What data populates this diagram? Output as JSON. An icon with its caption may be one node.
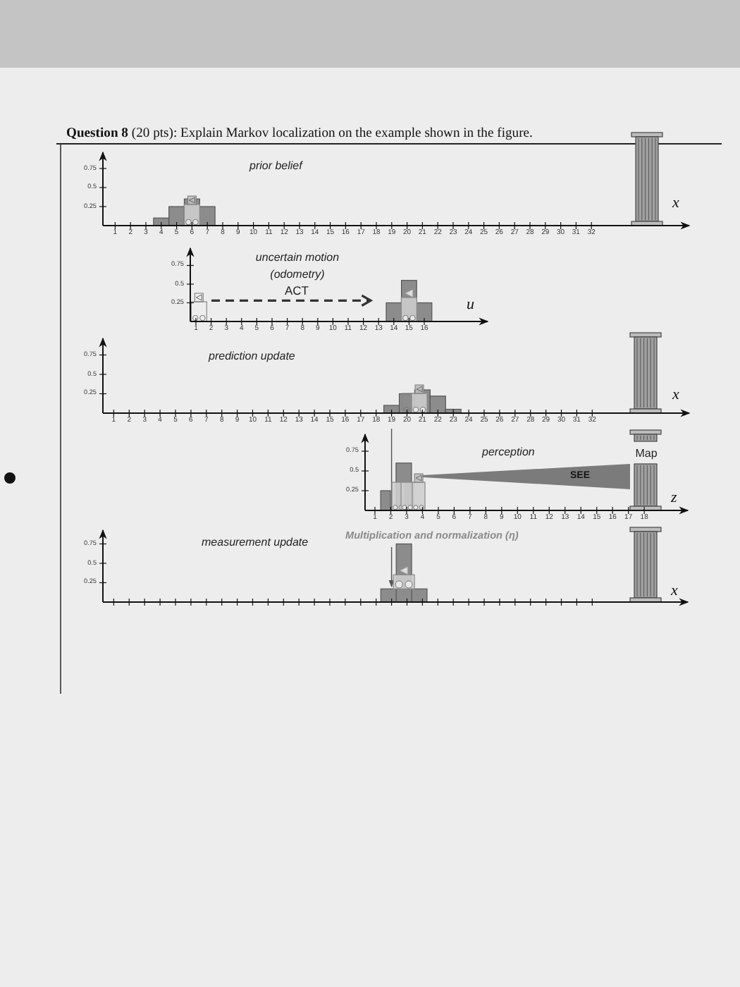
{
  "diagram": {
    "title": "**Question 8** (20 pts): Explain Markov localization on the example shown in the figure.",
    "labels": [
      "0.75",
      "0.5",
      "0.25",
      "prior belief",
      "x",
      "1",
      "2",
      "3",
      "4",
      "5",
      "6",
      "7",
      "8",
      "9",
      "10",
      "11",
      "12",
      "13",
      "14",
      "15",
      "16",
      "17",
      "18",
      "19",
      "20",
      "21",
      "22",
      "23",
      "24",
      "25",
      "26",
      "27",
      "28",
      "29",
      "30",
      "31",
      "32",
      "0.75",
      "0.5",
      "0.25",
      "uncertain motion (odometry)",
      "ACT",
      "u",
      "1",
      "2",
      "3",
      "4",
      "5",
      "6",
      "7",
      "8",
      "9",
      "10",
      "11",
      "12",
      "13",
      "14",
      "15",
      "16",
      "0.75",
      "0.5",
      "0.25",
      "prediction update",
      "x",
      "1",
      "2",
      "3",
      "4",
      "5",
      "6",
      "7",
      "8",
      "9",
      "10",
      "11",
      "12",
      "13",
      "14",
      "15",
      "16",
      "17",
      "18",
      "19",
      "20",
      "21",
      "22",
      "23",
      "24",
      "25",
      "26",
      "27",
      "28",
      "29",
      "30",
      "31",
      "32",
      "0.75",
      "0.5",
      "0.25",
      "perception",
      "Map",
      "SEE",
      "z",
      "1",
      "2",
      "3",
      "4",
      "5",
      "6",
      "7",
      "8",
      "9",
      "10",
      "11",
      "12",
      "13",
      "14",
      "15",
      "16",
      "17",
      "18",
      "Multiplication and normalization (η)",
      "0.75",
      "0.5",
      "0.25",
      "measurement update",
      "x"
    ]
  }
}
